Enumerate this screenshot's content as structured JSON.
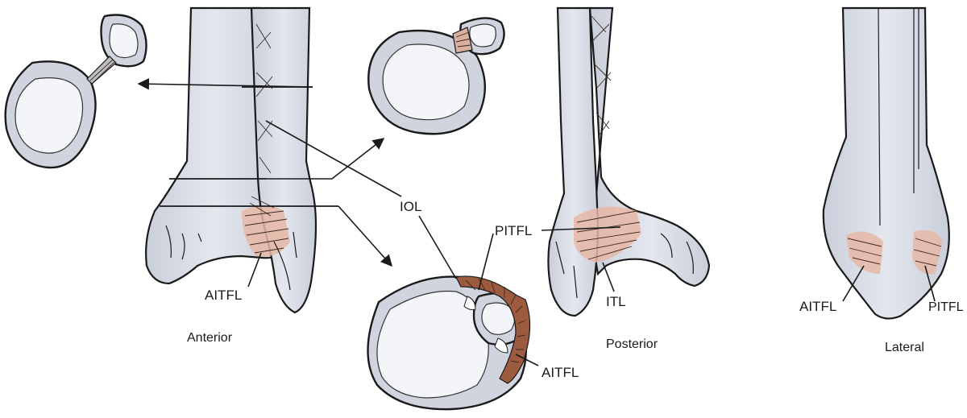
{
  "labels": {
    "iol": "IOL",
    "pitfl_center": "PITFL",
    "aitfl_center": "AITFL",
    "aitfl_anterior": "AITFL",
    "itl": "ITL",
    "aitfl_lateral": "AITFL",
    "pitfl_lateral": "PITFL"
  },
  "views": {
    "anterior": "Anterior",
    "posterior": "Posterior",
    "lateral": "Lateral"
  },
  "colors": {
    "bone": "#d9dde6",
    "ligament": "#e6b7a6",
    "outline": "#1a1a1a",
    "background": "#ffffff"
  }
}
